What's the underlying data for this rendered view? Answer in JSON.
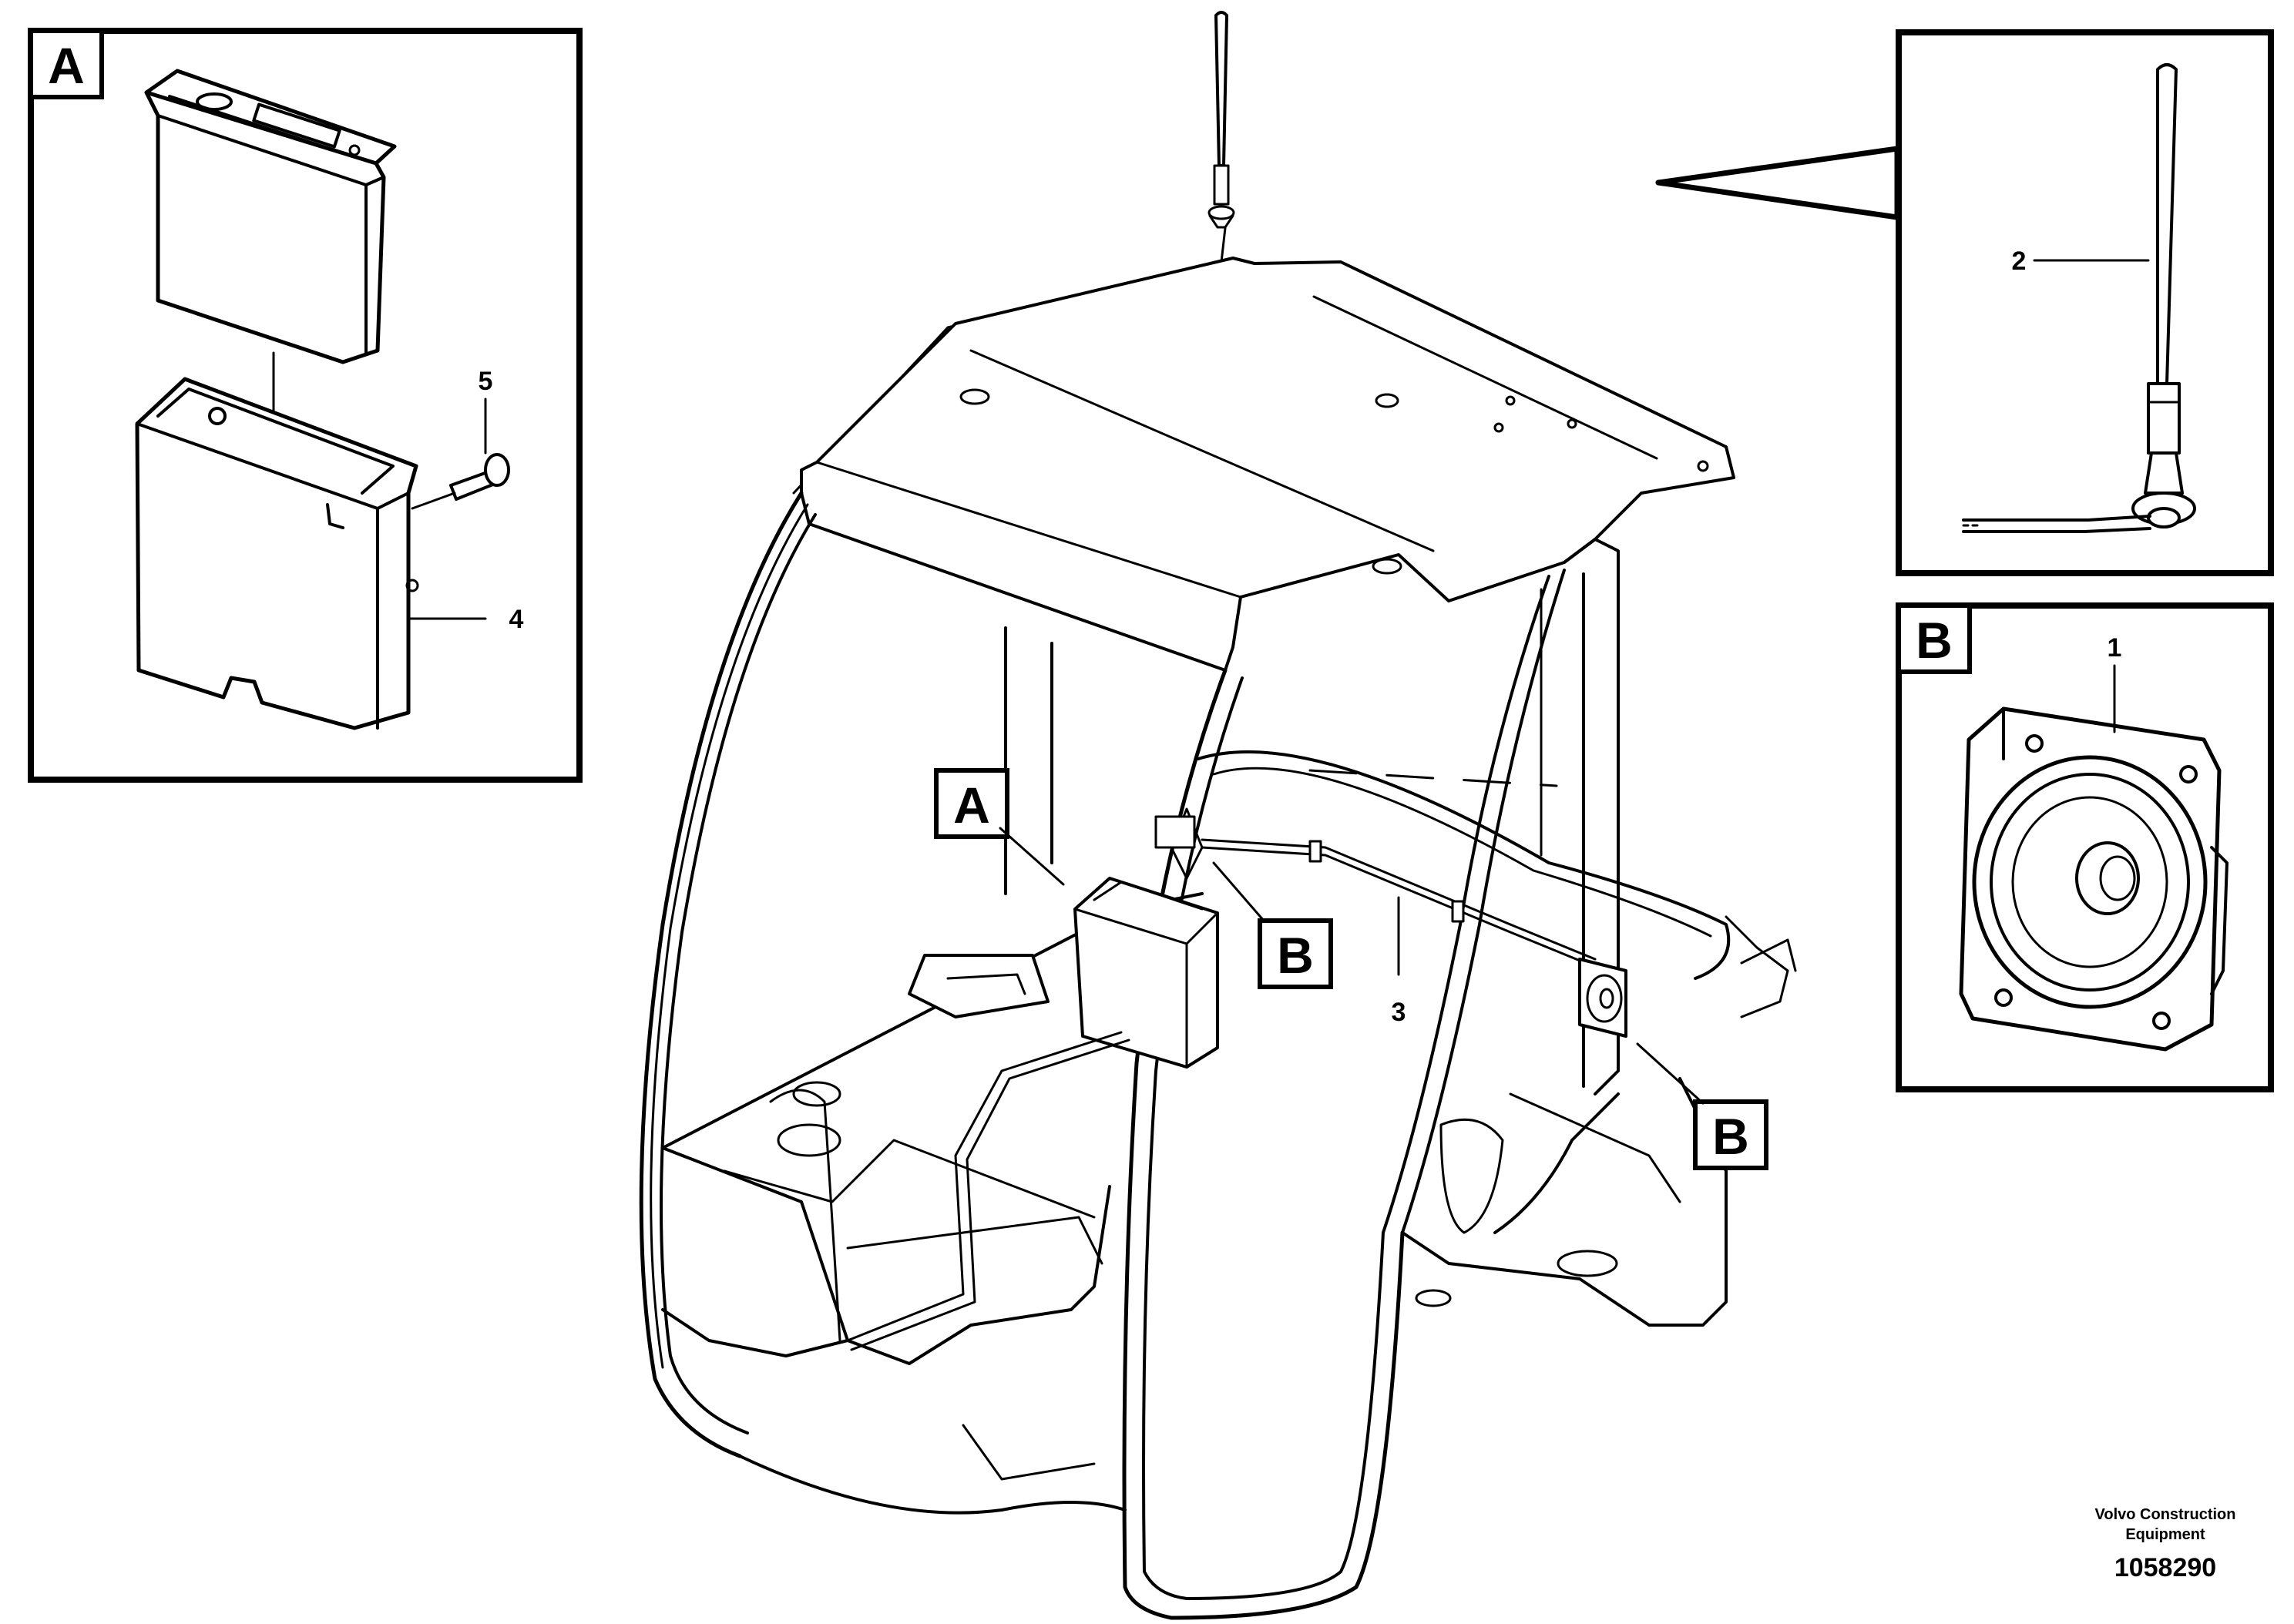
{
  "callouts": {
    "detail_a": "A",
    "detail_b": "B",
    "main_a": "A",
    "main_b_upper": "B",
    "main_b_lower": "B"
  },
  "part_numbers": {
    "speaker": "1",
    "antenna": "2",
    "cable": "3",
    "radio_bracket": "4",
    "screw": "5"
  },
  "footer": {
    "company_line1": "Volvo Construction",
    "company_line2": "Equipment",
    "drawing_number": "1058290"
  }
}
